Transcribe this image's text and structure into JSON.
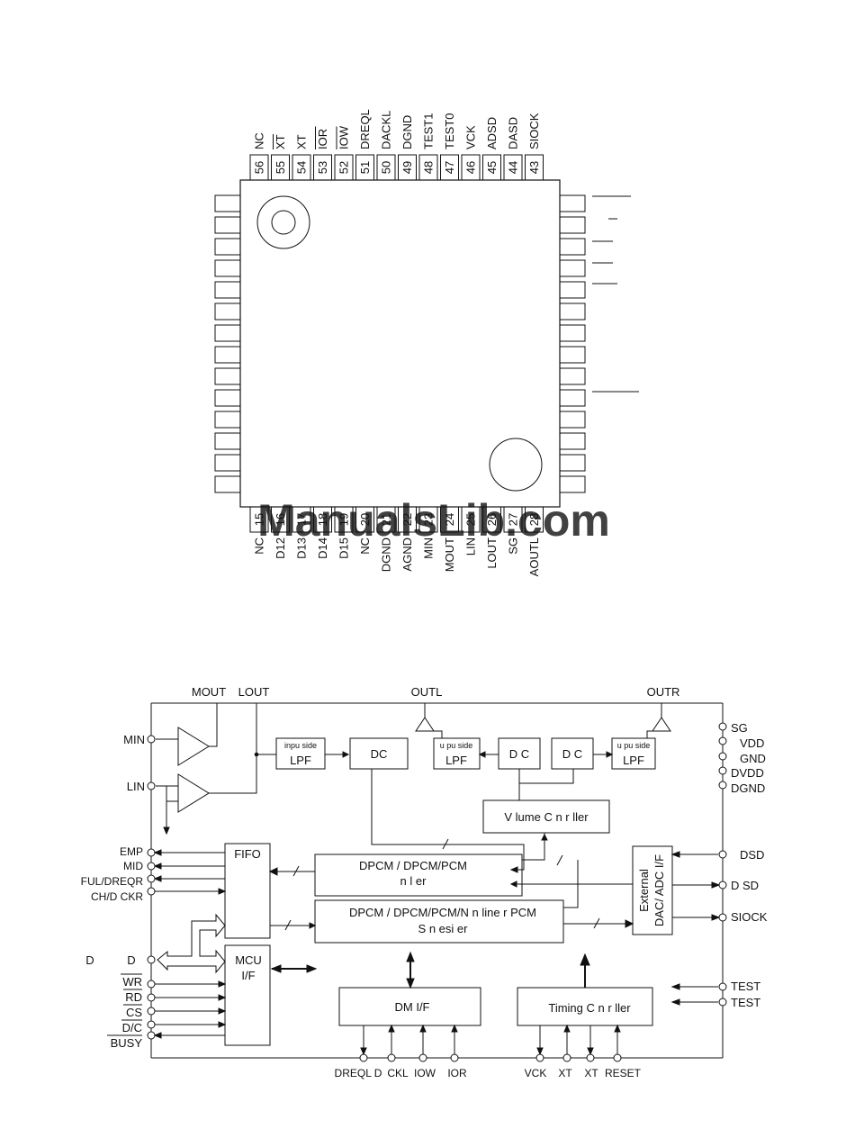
{
  "package": {
    "top_pins": [
      {
        "num": "56",
        "name": "NC",
        "bar": false
      },
      {
        "num": "55",
        "name": "XT",
        "bar": true
      },
      {
        "num": "54",
        "name": "XT",
        "bar": false
      },
      {
        "num": "53",
        "name": "IOR",
        "bar": true
      },
      {
        "num": "52",
        "name": "IOW",
        "bar": true
      },
      {
        "num": "51",
        "name": "DREQL",
        "bar": false
      },
      {
        "num": "50",
        "name": "DACKL",
        "bar": false
      },
      {
        "num": "49",
        "name": "DGND",
        "bar": false
      },
      {
        "num": "48",
        "name": "TEST1",
        "bar": false
      },
      {
        "num": "47",
        "name": "TEST0",
        "bar": false
      },
      {
        "num": "46",
        "name": "VCK",
        "bar": false
      },
      {
        "num": "45",
        "name": "ADSD",
        "bar": false
      },
      {
        "num": "44",
        "name": "DASD",
        "bar": false
      },
      {
        "num": "43",
        "name": "SIOCK",
        "bar": false
      }
    ],
    "bottom_pins": [
      {
        "num": "15",
        "name": "NC"
      },
      {
        "num": "16",
        "name": "D12"
      },
      {
        "num": "17",
        "name": "D13"
      },
      {
        "num": "18",
        "name": "D14"
      },
      {
        "num": "19",
        "name": "D15"
      },
      {
        "num": "20",
        "name": "NC"
      },
      {
        "num": "21",
        "name": "DGND"
      },
      {
        "num": "22",
        "name": "AGND"
      },
      {
        "num": "23",
        "name": "MIN"
      },
      {
        "num": "24",
        "name": "MOUT"
      },
      {
        "num": "25",
        "name": "LIN"
      },
      {
        "num": "26",
        "name": "LOUT"
      },
      {
        "num": "27",
        "name": "SG"
      },
      {
        "num": "28",
        "name": "AOUTL"
      }
    ],
    "side_pin_count": 14
  },
  "watermark": "ManualsLib.com",
  "block": {
    "top_pins": [
      "MOUT",
      "LOUT",
      "OUTL",
      "OUTR"
    ],
    "left_pins": {
      "min": "MIN",
      "lin": "LIN",
      "emp": "EMP",
      "mid": "MID",
      "ful": "FUL/DREQR",
      "ch": "CH/D  CKR",
      "d_left": "D",
      "d_right": "D",
      "wr": "WR",
      "rd": "RD",
      "cs": "CS",
      "dc": "D/C",
      "busy": "BUSY"
    },
    "right_pins": {
      "sg": "SG",
      "vdd": "VDD",
      "gnd": "GND",
      "dvdd": "DVDD",
      "dgnd": "DGND",
      "dsd": "DSD",
      "d_sd": "D  SD",
      "siock": "SIOCK",
      "test1": "TEST",
      "test2": "TEST"
    },
    "bottom_pins": [
      "DREQL D",
      "CKL",
      "IOW",
      "IOR",
      "VCK",
      "XT",
      "XT",
      "RESET"
    ],
    "blocks": {
      "lpf_in_top": "inpu  side",
      "lpf_in": "LPF",
      "dc": "DC",
      "lpf_out_l_top": "u pu  side",
      "lpf_out_l": "LPF",
      "dac_l": "D   C",
      "dac_r": "D   C",
      "lpf_out_r_top": "u pu  side",
      "lpf_out_r": "LPF",
      "volume": "V  lume C  n r  ller",
      "fifo": "FIFO",
      "dpcm_ctrl_1": "DPCM  /  DPCM/PCM",
      "dpcm_ctrl_2": "n  l   er",
      "dpcm_syn_1": "DPCM  /  DPCM/PCM/N  n line  r PCM",
      "dpcm_syn_2": "S  n   esi  er",
      "ext_1": "External",
      "ext_2": "DAC/ ADC I/F",
      "mcu_1": "MCU",
      "mcu_2": "I/F",
      "dma": "DM    I/F",
      "timing": "Timing C  n r  ller"
    }
  }
}
